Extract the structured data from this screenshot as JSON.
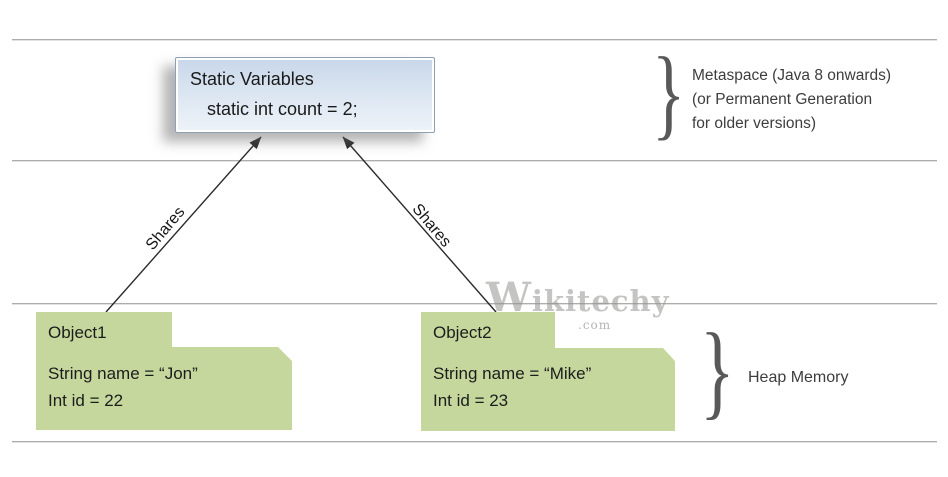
{
  "static_box": {
    "title": "Static Variables",
    "code": "static int count = 2;"
  },
  "metaspace": {
    "lines": [
      "Metaspace (Java 8 onwards)",
      "(or Permanent Generation",
      "for older versions)"
    ]
  },
  "heap": {
    "label": "Heap Memory"
  },
  "arrows": {
    "left_label": "Shares",
    "right_label": "Shares"
  },
  "objects": [
    {
      "name": "Object1",
      "field1": "String name = “Jon”",
      "field2": "Int id = 22"
    },
    {
      "name": "Object2",
      "field1": "String name = “Mike”",
      "field2": "Int id = 23"
    }
  ],
  "watermark": {
    "brand": "Wikitechy",
    "domain": ".com"
  },
  "glyphs": {
    "brace": "}"
  },
  "colors": {
    "object_fill": "#c5d79d",
    "static_box_top": "#c7d6e9",
    "static_box_bottom": "#eef3f9",
    "static_box_border": "#8fa0b6",
    "divider": "#adadad",
    "brace": "#595959",
    "text": "#1c1c1c",
    "side_text": "#3d3d3d",
    "arrow": "#2b2b2b",
    "watermark": "#949392"
  }
}
